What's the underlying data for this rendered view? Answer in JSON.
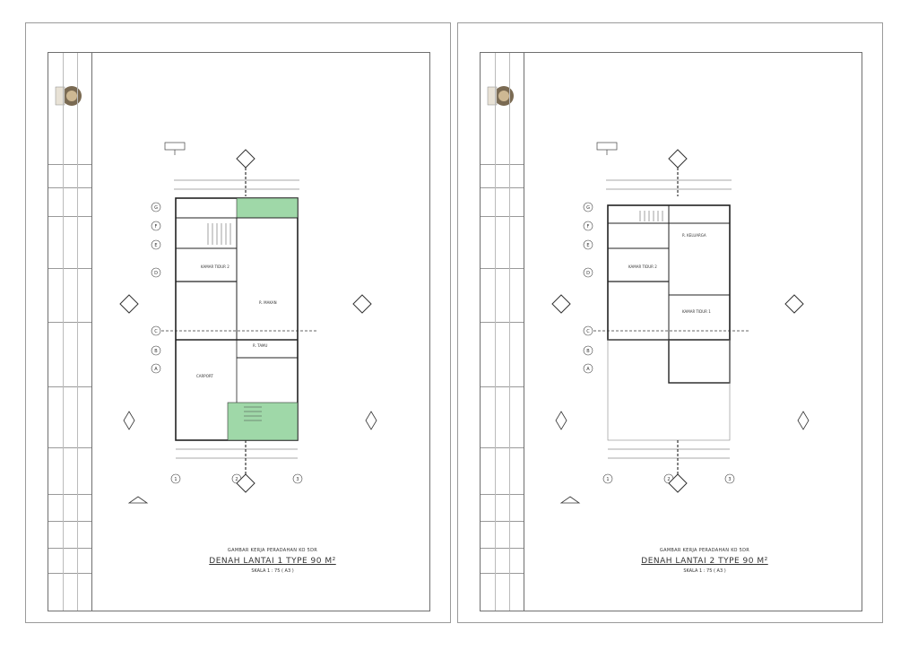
{
  "sheets": [
    {
      "caption_sub": "GAMBAR KERJA PERADAHAN KO 5DR",
      "caption_main": "DENAH LANTAI 1 TYPE 90 M²",
      "caption_scale": "SKALA 1 : 75 ( A3 )"
    },
    {
      "caption_sub": "GAMBAR KERJA PERADAHAN KO 5DR",
      "caption_main": "DENAH LANTAI 2 TYPE 90 M²",
      "caption_scale": "SKALA 1 : 75 ( A3 )"
    }
  ],
  "grid_rows": [
    "G",
    "F",
    "E",
    "D",
    "C",
    "B",
    "A"
  ],
  "grid_cols": [
    "1",
    "2",
    "3"
  ],
  "colors": {
    "green": "#9fd8a8",
    "line": "#333333",
    "frame": "#6f6f6f"
  }
}
